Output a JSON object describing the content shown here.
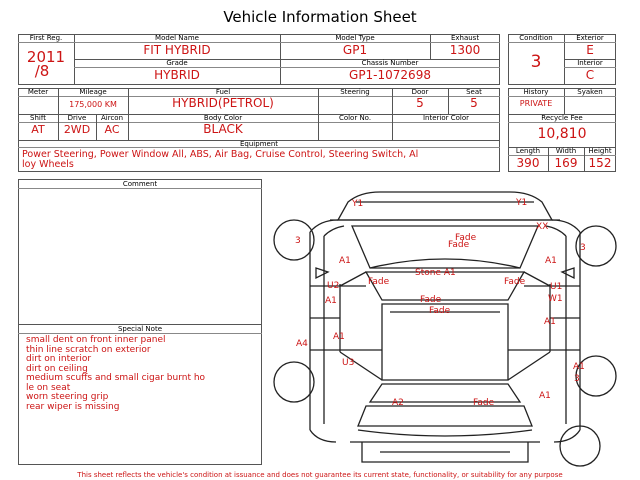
{
  "title": "Vehicle Information Sheet",
  "row1": {
    "first_reg_label": "First Reg.",
    "first_reg_value_1": "2011",
    "first_reg_value_2": "/8",
    "model_name_label": "Model Name",
    "model_name_value": "FIT HYBRID",
    "model_type_label": "Model Type",
    "model_type_value": "GP1",
    "exhaust_label": "Exhaust",
    "exhaust_value": "1300",
    "grade_label": "Grade",
    "grade_value": "HYBRID",
    "chassis_label": "Chassis Number",
    "chassis_value": "GP1-1072698",
    "condition_label": "Condition",
    "condition_value": "3",
    "exterior_label": "Exterior",
    "exterior_value": "E",
    "interior_label": "Interior",
    "interior_value": "C"
  },
  "row2": {
    "meter_label": "Meter",
    "mileage_label": "Mileage",
    "mileage_value": "175,000 KM",
    "fuel_label": "Fuel",
    "fuel_value": "HYBRID(PETROL)",
    "steering_label": "Steering",
    "door_label": "Door",
    "door_value": "5",
    "seat_label": "Seat",
    "seat_value": "5",
    "history_label": "History",
    "history_value": "PRIVATE",
    "syaken_label": "Syaken",
    "shift_label": "Shift",
    "shift_value": "AT",
    "drive_label": "Drive",
    "drive_value": "2WD",
    "aircon_label": "Aircon",
    "aircon_value": "AC",
    "body_color_label": "Body Color",
    "body_color_value": "BLACK",
    "color_no_label": "Color No.",
    "interior_color_label": "Interior Color",
    "recycle_label": "Recycle Fee",
    "recycle_value": "10,810",
    "equipment_label": "Equipment",
    "equipment_value_1": "Power Steering, Power Window  All, ABS, Air Bag, Cruise Control, Steering Switch, Al",
    "equipment_value_2": "loy Wheels",
    "length_label": "Length",
    "length_value": "390",
    "width_label": "Width",
    "width_value": "169",
    "height_label": "Height",
    "height_value": "152"
  },
  "comment_label": "Comment",
  "special_note_label": "Special Note",
  "special_notes": [
    "small dent on front inner panel",
    "thin line scratch on exterior",
    "dirt on interior",
    "dirt on ceiling",
    "medium scuffs and small cigar burnt ho",
    "le on seat",
    "worn steering grip",
    "rear wiper is missing"
  ],
  "damage_marks": {
    "y1_left": "Y1",
    "y1_right": "Y1",
    "xx": "XX",
    "fade_1": "Fade",
    "fade_2": "Fade",
    "wheel_fl": "3",
    "wheel_fr": "3",
    "a1_left_front": "A1",
    "a1_right_front": "A1",
    "stone_a1": "Stone A1",
    "u2": "U2",
    "fade_left": "Fade",
    "fade_right": "Fade",
    "u1": "U1",
    "a1_left_mid": "A1",
    "fade_center_1": "Fade",
    "w1": "W1",
    "fade_center_2": "Fade",
    "a1_right_mid": "A1",
    "a1_left_rear": "A1",
    "a4": "A4",
    "u3": "U3",
    "a1_right_rear": "A1",
    "wheel_rr": "3",
    "a2": "A2",
    "fade_rear": "Fade",
    "a1_rear_corner": "A1"
  },
  "footer": "This sheet reflects the vehicle's condition at issuance and does not guarantee its current state, functionality, or suitability for any purpose"
}
